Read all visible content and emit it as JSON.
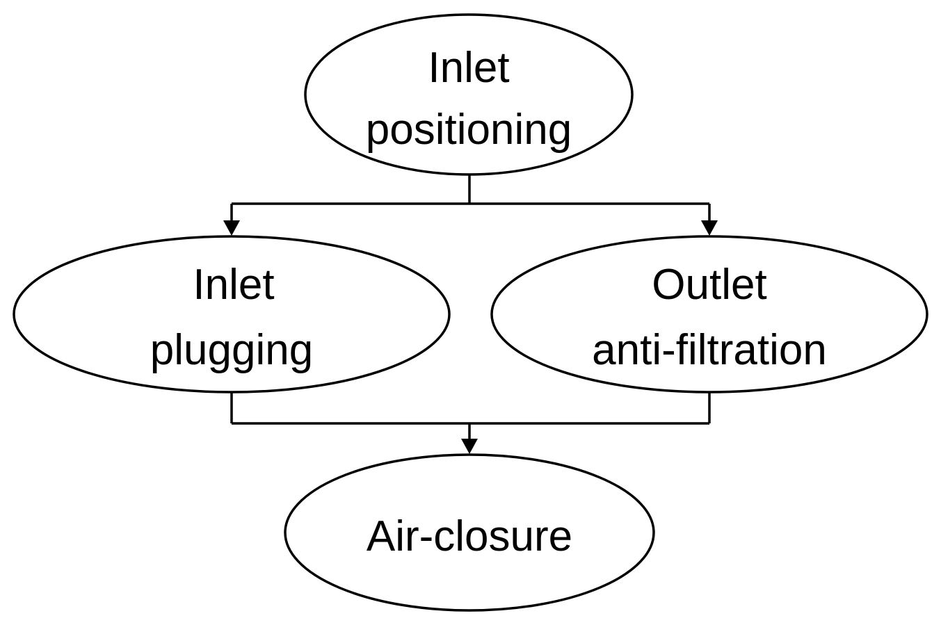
{
  "diagram": {
    "nodes": {
      "inlet_positioning": {
        "line1": "Inlet",
        "line2": "positioning"
      },
      "inlet_plugging": {
        "line1": "Inlet",
        "line2": "plugging"
      },
      "outlet_anti_filtration": {
        "line1": "Outlet",
        "line2": "anti-filtration"
      },
      "air_closure": {
        "line1": "Air-closure"
      }
    },
    "edges": [
      {
        "from": "inlet_positioning",
        "to": "inlet_plugging"
      },
      {
        "from": "inlet_positioning",
        "to": "outlet_anti_filtration"
      },
      {
        "from": "inlet_plugging",
        "to": "air_closure"
      },
      {
        "from": "outlet_anti_filtration",
        "to": "air_closure"
      }
    ],
    "colors": {
      "stroke": "#000000",
      "fill": "#ffffff",
      "text": "#000000"
    }
  }
}
